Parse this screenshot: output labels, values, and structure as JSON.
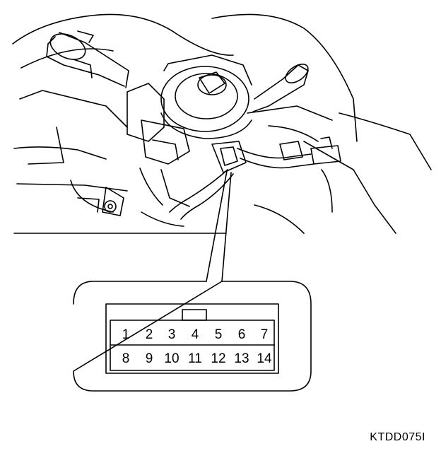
{
  "connector": {
    "top_row": [
      "1",
      "2",
      "3",
      "4",
      "5",
      "6",
      "7"
    ],
    "bottom_row": [
      "8",
      "9",
      "10",
      "11",
      "12",
      "13",
      "14"
    ]
  },
  "figure_code": "KTDD075I"
}
